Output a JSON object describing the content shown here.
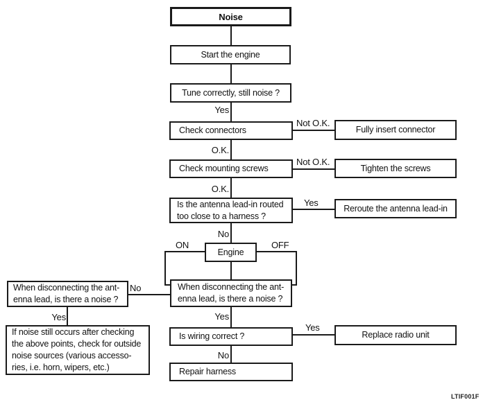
{
  "flowchart": {
    "nodes": {
      "noise": {
        "label": "Noise"
      },
      "start_engine": {
        "label": "Start the engine"
      },
      "tune": {
        "label": "Tune correctly, still noise ?"
      },
      "check_connectors": {
        "label": "Check connectors"
      },
      "fully_insert_connector": {
        "label": "Fully insert connector"
      },
      "check_mounting_screws": {
        "label": "Check mounting screws"
      },
      "tighten_screws": {
        "label": "Tighten the screws"
      },
      "antenna_lead_in": {
        "line1": "Is the antenna lead-in routed",
        "line2": "too close to a harness ?"
      },
      "reroute_antenna": {
        "label": "Reroute the antenna lead-in"
      },
      "engine": {
        "label": "Engine"
      },
      "disconnect_center": {
        "line1": "When disconnecting the ant-",
        "line2": "enna lead, is there a noise ?"
      },
      "disconnect_left": {
        "line1": "When disconnecting the ant-",
        "line2": "enna lead, is there a noise ?"
      },
      "outside_noise": {
        "line1": "If noise still occurs after checking",
        "line2": "the above points, check for outside",
        "line3": "noise sources (various accesso-",
        "line4": "ries, i.e. horn, wipers, etc.)"
      },
      "is_wiring_correct": {
        "label": "Is wiring correct ?"
      },
      "replace_radio_unit": {
        "label": "Replace radio unit"
      },
      "repair_harness": {
        "label": "Repair harness"
      }
    },
    "edge_labels": {
      "yes": "Yes",
      "no": "No",
      "ok": "O.K.",
      "not_ok": "Not O.K.",
      "engine_on": "ON",
      "engine_off": "OFF"
    },
    "figure_code": "LTIF001F",
    "colors": {
      "line": "#1a1a1a",
      "text": "#111111",
      "background": "#ffffff"
    }
  }
}
